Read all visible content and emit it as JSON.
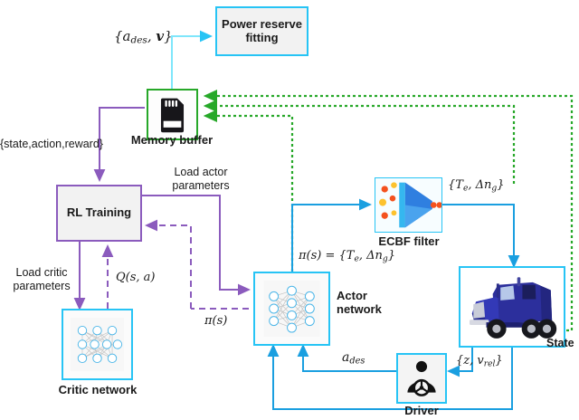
{
  "diagram": {
    "title": "Reinforcement learning truck control architecture",
    "colors": {
      "cyan": "#27c4f5",
      "green": "#27a829",
      "purple": "#8b5bbd",
      "blue_line": "#1a9fe0",
      "truck_blue": "#2a2f9e",
      "background": "#ffffff"
    }
  },
  "nodes": {
    "power_reserve": {
      "label": "Power reserve fitting",
      "icon": "text-box"
    },
    "memory_buffer": {
      "label": "Memory buffer",
      "icon": "sd-card-icon"
    },
    "rl_training": {
      "label": "RL Training",
      "icon": "text-box"
    },
    "critic_network": {
      "label": "Critic network",
      "icon": "neural-network-icon"
    },
    "actor_network": {
      "label": "Actor network",
      "icon": "neural-network-icon"
    },
    "ecbf_filter": {
      "label": "ECBF filter",
      "icon": "funnel-filter-icon"
    },
    "truck": {
      "label": "",
      "icon": "semi-truck-icon"
    },
    "driver": {
      "label": "Driver",
      "icon": "driver-steering-wheel-icon"
    }
  },
  "edge_labels": {
    "a_des_v": "{a_des , v}",
    "state_action_reward": "{state,action,reward}",
    "load_actor_parameters": "Load actor parameters",
    "load_critic_parameters": "Load critic parameters",
    "q_s_a": "Q(s, a)",
    "pi_s_dashed": "π(s)",
    "pi_s_out": "π(s) = {T_e , Δn_g}",
    "ecbf_out": "{T_e , Δn_g}",
    "z_vrel": "{z , v_rel}",
    "a_des": "a_des",
    "state": "State"
  },
  "math": {
    "a_des_v": {
      "pre": "{",
      "base1": "a",
      "sub1": "des",
      "mid": ", ",
      "base2": "v",
      "post": "}"
    },
    "q_s_a": {
      "text": "Q(s, a)"
    },
    "pi_s": {
      "text": "π(s)"
    },
    "pi_s_full": {
      "lead": "π(s) = {",
      "base1": "T",
      "sub1": "e",
      "mid": ", Δn",
      "sub2": "g",
      "post": "}"
    },
    "ecbf_out": {
      "lead": "{",
      "base1": "T",
      "sub1": "e",
      "mid": ", Δn",
      "sub2": "g",
      "post": "}"
    },
    "z_vrel": {
      "lead": "{",
      "base1": "z",
      "mid": ", v",
      "sub2": "rel",
      "post": "}"
    },
    "a_des": {
      "base1": "a",
      "sub1": "des"
    }
  }
}
